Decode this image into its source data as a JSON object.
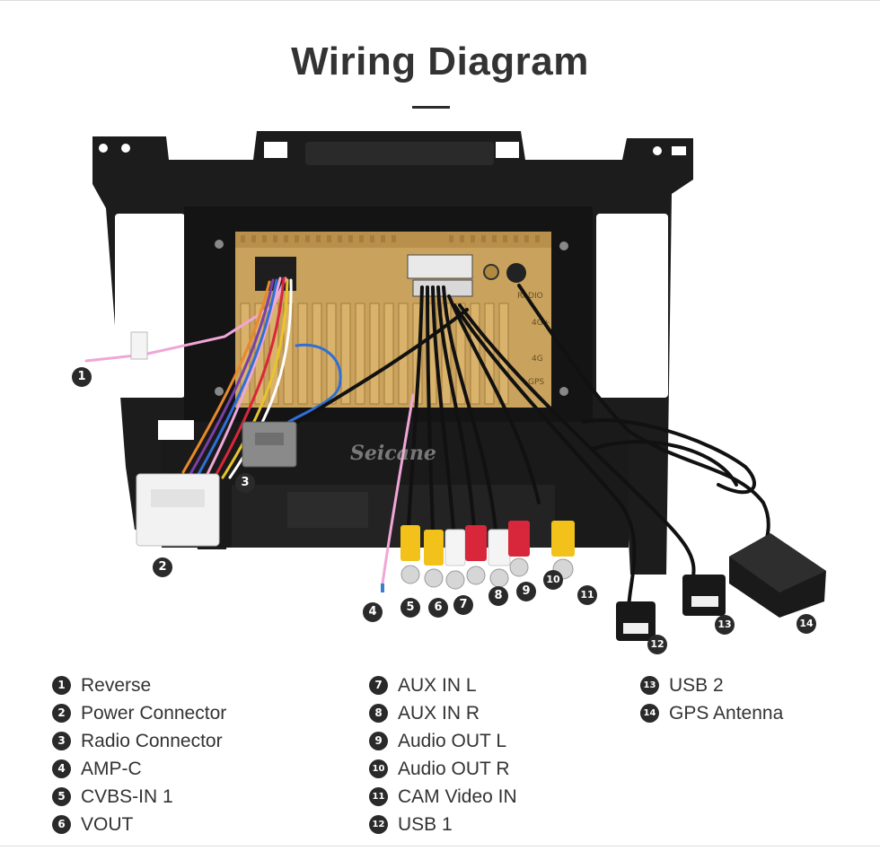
{
  "title": "Wiring Diagram",
  "watermark": "Seicane",
  "unit_labels": {
    "radio": "RADIO",
    "g4": "4G+",
    "g4b": "4G",
    "gps": "GPS"
  },
  "callouts": [
    "1",
    "2",
    "3",
    "4",
    "5",
    "6",
    "7",
    "8",
    "9",
    "10",
    "11",
    "12",
    "13",
    "14"
  ],
  "legend": {
    "col1": [
      {
        "num": "1",
        "label": "Reverse"
      },
      {
        "num": "2",
        "label": "Power Connector"
      },
      {
        "num": "3",
        "label": "Radio Connector"
      },
      {
        "num": "4",
        "label": "AMP-C"
      },
      {
        "num": "5",
        "label": "CVBS-IN 1"
      },
      {
        "num": "6",
        "label": "VOUT"
      }
    ],
    "col2": [
      {
        "num": "7",
        "label": "AUX IN L"
      },
      {
        "num": "8",
        "label": "AUX IN R"
      },
      {
        "num": "9",
        "label": "Audio OUT L"
      },
      {
        "num": "10",
        "label": "Audio OUT R"
      },
      {
        "num": "11",
        "label": "CAM Video IN"
      },
      {
        "num": "12",
        "label": "USB 1"
      }
    ],
    "col3": [
      {
        "num": "13",
        "label": "USB 2"
      },
      {
        "num": "14",
        "label": "GPS Antenna"
      }
    ]
  },
  "colors": {
    "bracket": "#1c1c1c",
    "unit_gold": "#c9a35e",
    "rca_yellow": "#f2c21b",
    "rca_red": "#d8273a",
    "rca_white": "#f4f4f4",
    "wire_pink": "#f0a6d6",
    "wire_blue": "#2f6fd6"
  }
}
